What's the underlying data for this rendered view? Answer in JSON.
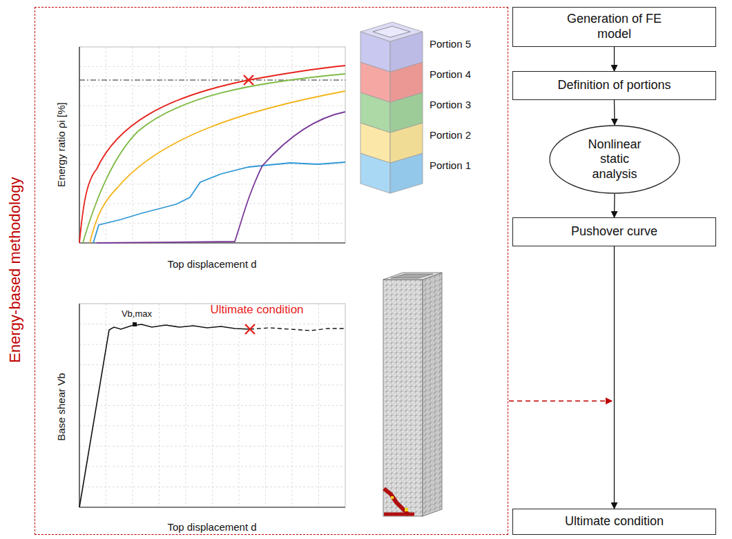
{
  "diagram": {
    "nodes": [
      {
        "text": [
          "Energy-based methodology"
        ]
      },
      {
        "text": [
          "Generation of FE model"
        ]
      },
      {
        "text": [
          "Definition of portions"
        ]
      },
      {
        "text": [
          "Nonlinear static analysis"
        ]
      },
      {
        "text": [
          "Pushover curve"
        ]
      },
      {
        "text": [
          "Ultimate condition"
        ]
      }
    ],
    "edges": [
      {
        "from": 1,
        "to": 2,
        "arrow": "to"
      },
      {
        "from": 2,
        "to": 3,
        "arrow": "to"
      },
      {
        "from": 3,
        "to": 4,
        "arrow": "to"
      },
      {
        "from": 4,
        "to": 5,
        "arrow": "to"
      }
    ],
    "labels": [
      "Energy ratio ρi [%]",
      "Top displacement d",
      "Portion 5",
      "Portion 4",
      "Portion 3",
      "Portion 2",
      "Portion 1",
      "Base shear Vb",
      "Vb,max",
      "Ultimate condition",
      "Top displacement d"
    ]
  }
}
